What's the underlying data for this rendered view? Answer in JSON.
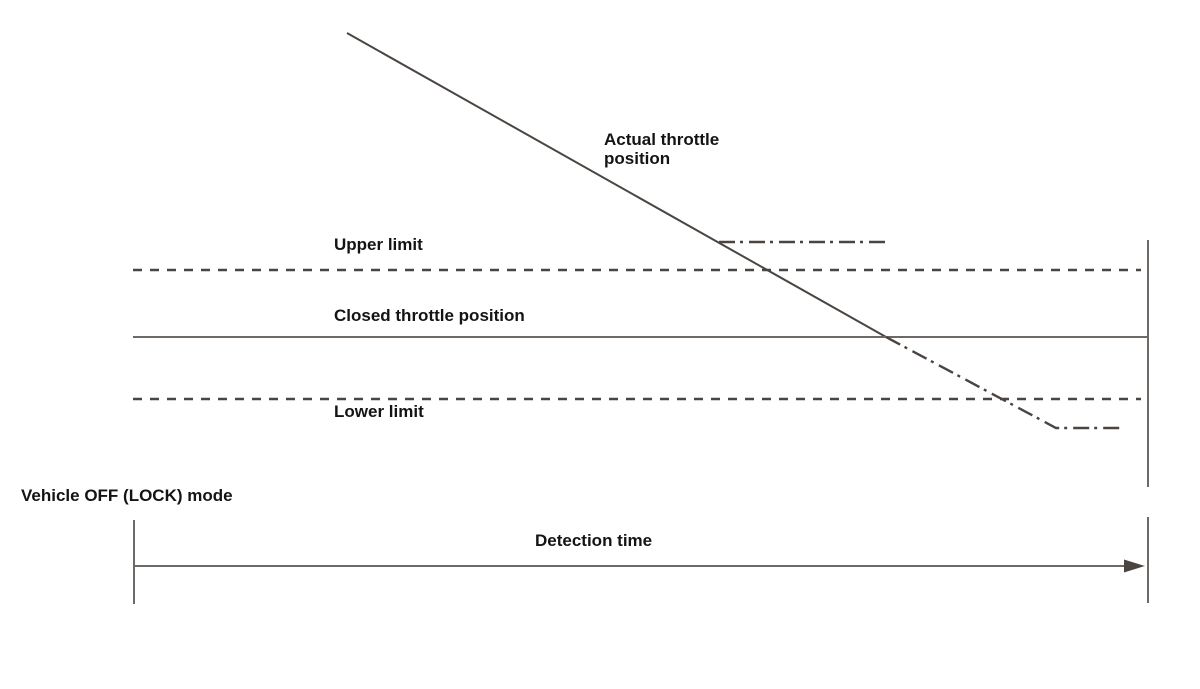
{
  "diagram": {
    "labels": {
      "actual_throttle_position": "Actual throttle\nposition",
      "upper_limit": "Upper limit",
      "closed_throttle_position": "Closed throttle position",
      "lower_limit": "Lower limit",
      "vehicle_mode": "Vehicle OFF (LOCK) mode",
      "detection_time": "Detection time"
    },
    "elements": [
      {
        "name": "actual-throttle-line",
        "style": "solid-diagonal",
        "description": "Actual throttle position signal descending from upper left, crossing upper limit and closed throttle position"
      },
      {
        "name": "upper-hold-dashdot-line",
        "style": "dash-dot-horizontal",
        "description": "Held value branch at the level where the signal meets the upper threshold region"
      },
      {
        "name": "upper-limit-line",
        "style": "dashed-horizontal",
        "description": "Upper limit threshold"
      },
      {
        "name": "closed-throttle-line",
        "style": "solid-horizontal",
        "description": "Closed throttle position reference level"
      },
      {
        "name": "lower-limit-line",
        "style": "dashed-horizontal",
        "description": "Lower limit threshold"
      },
      {
        "name": "throttle-below-closed-dashdot",
        "style": "dash-dot-diagonal-then-flat",
        "description": "Signal continuation below closed throttle position, flattening below lower limit"
      },
      {
        "name": "detection-time-arrow",
        "style": "solid-arrow-right",
        "description": "Detection time axis spanning Vehicle OFF (LOCK) mode period"
      }
    ],
    "colors": {
      "line": "#4b4541",
      "soft_line": "#6e6965",
      "text": "#141414",
      "background": "#ffffff"
    }
  }
}
